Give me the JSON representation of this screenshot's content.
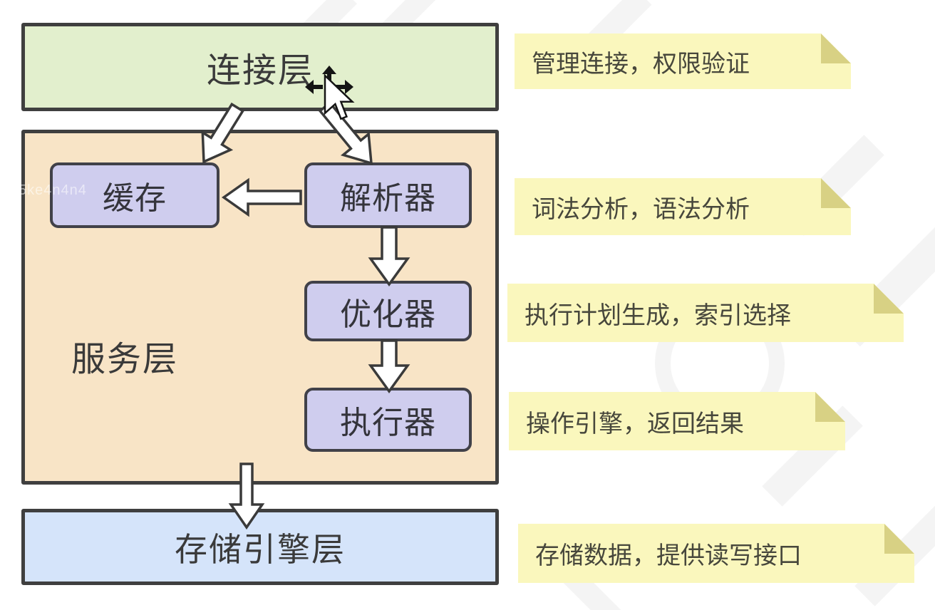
{
  "diagram": {
    "title_implied": "MySQL architecture layers",
    "connection_layer": {
      "label": "连接层"
    },
    "service_layer": {
      "label": "服务层",
      "components": [
        {
          "id": "cache",
          "label": "缓存"
        },
        {
          "id": "parser",
          "label": "解析器"
        },
        {
          "id": "optimizer",
          "label": "优化器"
        },
        {
          "id": "executor",
          "label": "执行器"
        }
      ]
    },
    "storage_layer": {
      "label": "存储引擎层"
    },
    "edges": [
      {
        "from": "连接层",
        "to": "缓存"
      },
      {
        "from": "连接层",
        "to": "解析器"
      },
      {
        "from": "解析器",
        "to": "缓存"
      },
      {
        "from": "解析器",
        "to": "优化器"
      },
      {
        "from": "优化器",
        "to": "执行器"
      },
      {
        "from": "服务层",
        "to": "存储引擎层"
      }
    ]
  },
  "notes": [
    {
      "text": "管理连接，权限验证",
      "annotates": "连接层"
    },
    {
      "text": "词法分析，语法分析",
      "annotates": "解析器"
    },
    {
      "text": "执行计划生成，索引选择",
      "annotates": "优化器"
    },
    {
      "text": "操作引擎，返回结果",
      "annotates": "执行器"
    },
    {
      "text": "存储数据，提供读写接口",
      "annotates": "存储引擎层"
    }
  ],
  "watermark_id": "5ke4n4n4",
  "cursor": {
    "type": "move-pointer"
  },
  "colors": {
    "connection_layer_fill": "#e2efcd",
    "service_layer_fill": "#f8e4c6",
    "storage_layer_fill": "#d5e4fa",
    "component_fill": "#cfcdee",
    "note_fill": "#faf7bd",
    "note_fold": "#d8d184",
    "border": "#3f3f3f",
    "text": "#3a3a3a",
    "arrow_fill": "#ffffff"
  }
}
